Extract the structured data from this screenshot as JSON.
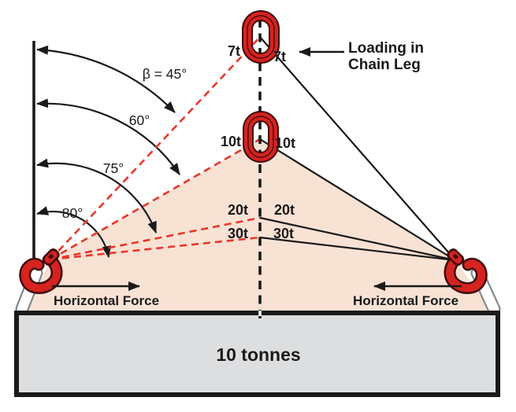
{
  "figure": {
    "callout": {
      "line1": "Loading in",
      "line2": "Chain Leg"
    },
    "legs": [
      {
        "angle_label": "β = 45°",
        "left_load": "7t",
        "right_load": "7t"
      },
      {
        "angle_label": "60°",
        "left_load": "10t",
        "right_load": "10t"
      },
      {
        "angle_label": "75°",
        "left_load": "20t",
        "right_load": "20t"
      },
      {
        "angle_label": "80°",
        "left_load": "30t",
        "right_load": "30t"
      }
    ],
    "forces": {
      "left": "Horizontal Force",
      "right": "Horizontal Force"
    },
    "load": {
      "label": "10 tonnes"
    }
  },
  "colors": {
    "ink": "#1a1a1a",
    "chain_red": "#d6231f",
    "link_dark": "#420b0d",
    "dash_red": "#e8362b",
    "shade_pink": "#f8e2d4",
    "load_fill": "#dcdee0",
    "lug_gray": "#85898c",
    "white": "#ffffff"
  }
}
